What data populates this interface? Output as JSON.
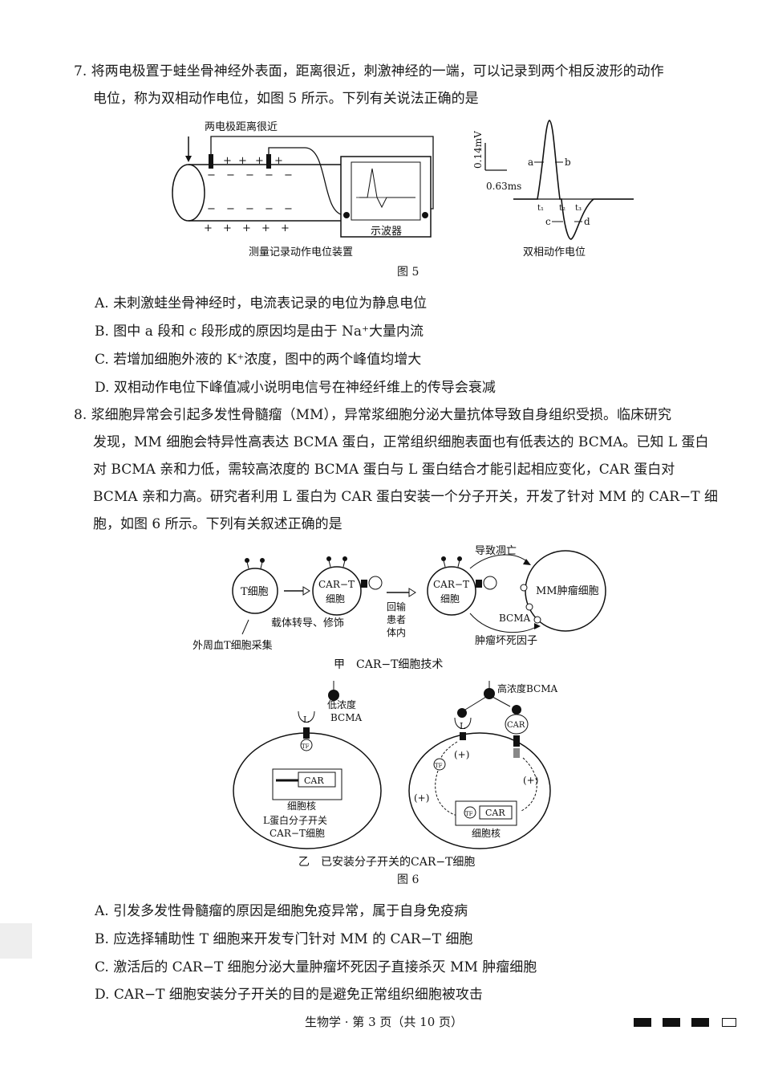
{
  "q7": {
    "number": "7.",
    "line1": "将两电极置于蛙坐骨神经外表面，距离很近，刺激神经的一端，可以记录到两个相反波形的动作",
    "line2": "电位，称为双相动作电位，如图 5 所示。下列有关说法正确的是",
    "fig": {
      "electrode_label": "两电极距离很近",
      "oscilloscope_label": "示波器",
      "device_caption": "测量记录动作电位装置",
      "scale_v": "0.14mV",
      "scale_t": "0.63ms",
      "wave_a": "a",
      "wave_b": "b",
      "wave_c": "c",
      "wave_d": "d",
      "t1": "t₁",
      "t2": "t₂",
      "t3": "t₃",
      "wave_caption": "双相动作电位",
      "plus": "+",
      "minus": "−",
      "fig_label": "图 5"
    },
    "options": [
      "A. 未刺激蛙坐骨神经时，电流表记录的电位为静息电位",
      "B. 图中 a 段和 c 段形成的原因均是由于 Na⁺大量内流",
      "C. 若增加细胞外液的 K⁺浓度，图中的两个峰值均增大",
      "D. 双相动作电位下峰值减小说明电信号在神经纤维上的传导会衰减"
    ]
  },
  "q8": {
    "number": "8.",
    "lines": [
      "浆细胞异常会引起多发性骨髓瘤（MM），异常浆细胞分泌大量抗体导致自身组织受损。临床研究",
      "发现，MM 细胞会特异性高表达 BCMA 蛋白，正常组织细胞表面也有低表达的 BCMA。已知 L 蛋白",
      "对 BCMA 亲和力低，需较高浓度的 BCMA 蛋白与 L 蛋白结合才能引起相应变化，CAR 蛋白对",
      "BCMA 亲和力高。研究者利用 L 蛋白为 CAR 蛋白安装一个分子开关，开发了针对 MM 的 CAR−T 细",
      "胞，如图 6 所示。下列有关叙述正确的是"
    ],
    "fig_a": {
      "t_cell": "T细胞",
      "car_t_1": "CAR−T",
      "car_t_2": "细胞",
      "vector": "载体转导、修饰",
      "collect": "外周血T细胞采集",
      "reinfuse_1": "回输",
      "reinfuse_2": "患者",
      "reinfuse_3": "体内",
      "apoptosis": "导致凋亡",
      "mm_cell": "MM肿瘤细胞",
      "bcma": "BCMA",
      "tnf": "肿瘤坏死因子",
      "caption": "甲　CAR−T细胞技术"
    },
    "fig_b": {
      "low_bcma_1": "低浓度",
      "low_bcma_2": "BCMA",
      "high_bcma": "高浓度BCMA",
      "L": "L",
      "CAR": "CAR",
      "TF": "TF",
      "nucleus": "细胞核",
      "switch_1": "L蛋白分子开关",
      "switch_2": "CAR−T细胞",
      "plus": "(+)",
      "caption": "乙　已安装分子开关的CAR−T细胞"
    },
    "fig_label": "图 6",
    "options": [
      "A. 引发多发性骨髓瘤的原因是细胞免疫异常，属于自身免疫病",
      "B. 应选择辅助性 T 细胞来开发专门针对 MM 的 CAR−T 细胞",
      "C. 激活后的 CAR−T 细胞分泌大量肿瘤坏死因子直接杀灭 MM 肿瘤细胞",
      "D. CAR−T 细胞安装分子开关的目的是避免正常组织细胞被攻击"
    ]
  },
  "footer": "生物学 · 第 3 页（共 10 页）"
}
